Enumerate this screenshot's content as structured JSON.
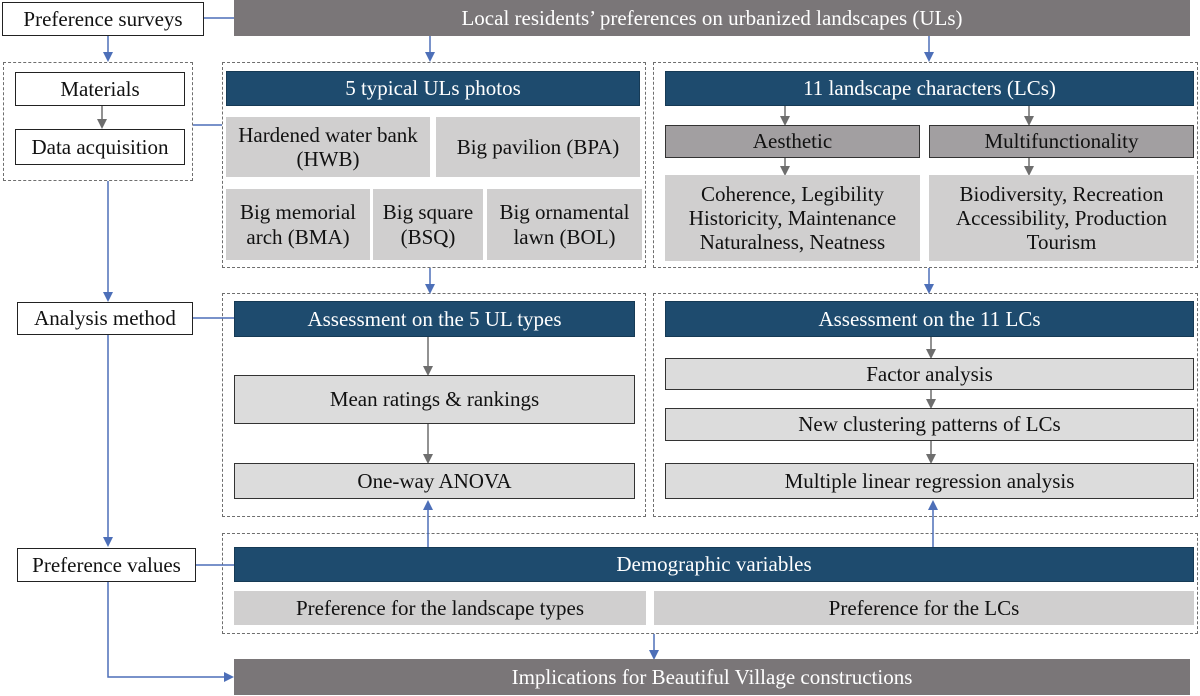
{
  "header_bar": "Local residents’ preferences on urbanized landscapes (ULs)",
  "left": {
    "preference_surveys": "Preference surveys",
    "materials": "Materials",
    "data_acquisition": "Data acquisition",
    "analysis_method": "Analysis method",
    "preference_values": "Preference values"
  },
  "photos": {
    "title": "5 typical ULs photos",
    "hwb": "Hardened water bank (HWB)",
    "bpa": "Big pavilion (BPA)",
    "bma": "Big memorial arch (BMA)",
    "bsq": "Big square (BSQ)",
    "bol": "Big ornamental lawn (BOL)"
  },
  "lcs": {
    "title": "11 landscape characters (LCs)",
    "aesthetic": "Aesthetic",
    "multifunctionality": "Multifunctionality",
    "aesthetic_items": [
      "Coherence, Legibility",
      "Historicity, Maintenance",
      "Naturalness, Neatness"
    ],
    "multi_items": [
      "Biodiversity, Recreation",
      "Accessibility, Production",
      "Tourism"
    ]
  },
  "ul_assessment": {
    "title": "Assessment on the 5 UL types",
    "mean": "Mean ratings & rankings",
    "anova": "One-way ANOVA"
  },
  "lc_assessment": {
    "title": "Assessment on the 11 LCs",
    "factor": "Factor analysis",
    "clustering": "New clustering patterns of LCs",
    "regression": "Multiple linear regression analysis"
  },
  "demographic": "Demographic variables",
  "pref_types": "Preference for the landscape types",
  "pref_lcs": "Preference for the LCs",
  "implications": "Implications for Beautiful Village constructions",
  "colors": {
    "navy": "#1e4b6e",
    "dark_gray": "#7a7678",
    "mid_gray": "#a29fa1",
    "light_gray": "#d0cfcf",
    "arrow_blue": "#4d6fb8",
    "arrow_gray": "#6e6e6e"
  }
}
